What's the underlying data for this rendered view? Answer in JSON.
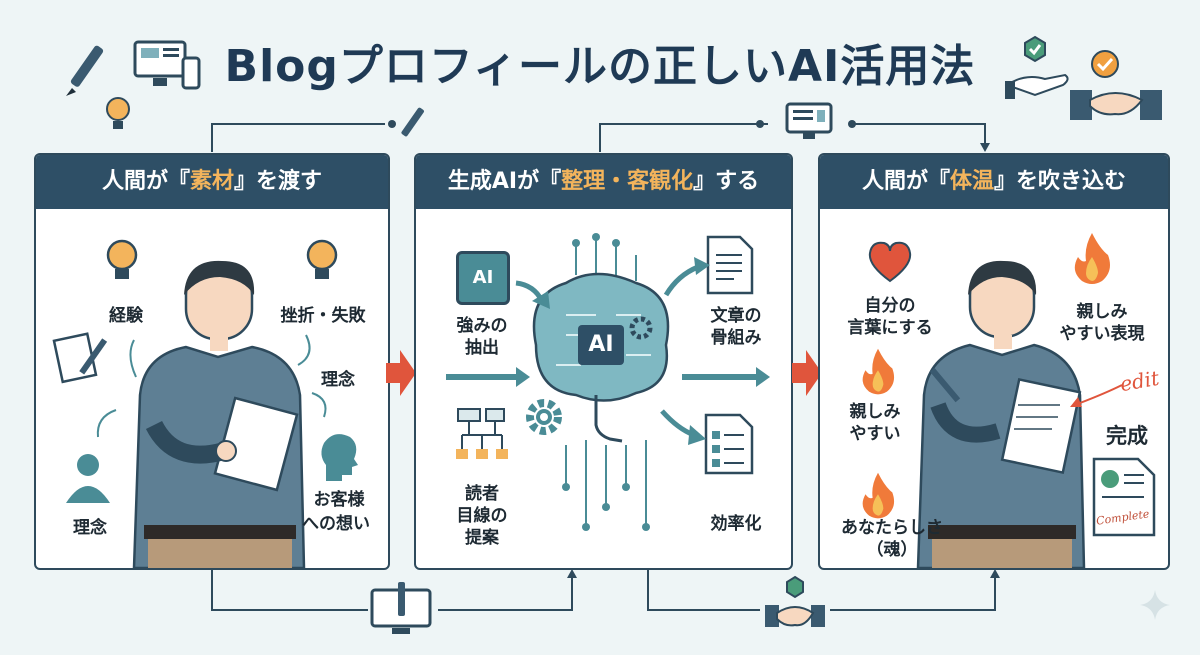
{
  "title": "Blogプロフィールの正しいAI活用法",
  "panels": [
    {
      "head_pre": "人間が『",
      "head_hl": "素材",
      "head_post": "』を渡す",
      "labels": [
        "経験",
        "挫折・失敗",
        "理念",
        "理念",
        "お客様",
        "への想い"
      ]
    },
    {
      "head_pre": "生成AIが『",
      "head_hl": "整理・客観化",
      "head_post": "』する",
      "chip_text": "AI",
      "brain_text": "AI",
      "labels": [
        "強みの",
        "抽出",
        "読者",
        "目線の",
        "提案",
        "文章の",
        "骨組み",
        "効率化"
      ]
    },
    {
      "head_pre": "人間が『",
      "head_hl": "体温",
      "head_post": "』を吹き込む",
      "labels": [
        "自分の",
        "言葉にする",
        "親しみ",
        "やすい表現",
        "親しみ",
        "やすい",
        "あなたらしさ",
        "（魂）",
        "完成"
      ],
      "note_edit": "edit",
      "doc_stamp": "Complete"
    }
  ],
  "colors": {
    "header_bg": "#2e4f66",
    "highlight": "#f3b45c",
    "arrow_red": "#e0553c",
    "teal": "#4a8c96",
    "person_shirt": "#5e7f94"
  }
}
